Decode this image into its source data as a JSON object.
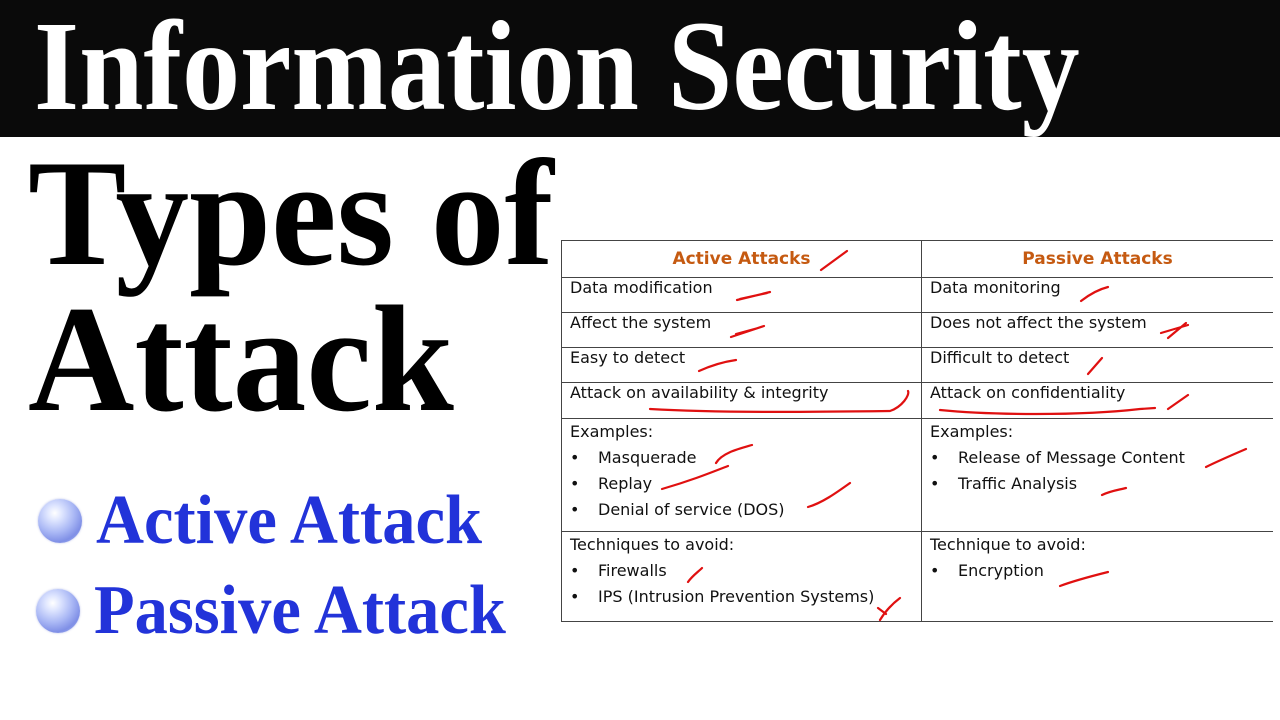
{
  "banner": {
    "title": "Information Security"
  },
  "main_title": {
    "line1": "Types of",
    "line2": "Attack"
  },
  "bullets": [
    {
      "label": "Active Attack",
      "icon": "orb-bullet-icon"
    },
    {
      "label": "Passive Attack",
      "icon": "orb-bullet-icon"
    }
  ],
  "colors": {
    "banner_bg": "#0a0a0a",
    "bullet_text": "#2233d9",
    "table_header": "#c55a11",
    "annotation": "#e01010"
  },
  "table": {
    "headers": {
      "active": "Active Attacks",
      "passive": "Passive Attacks"
    },
    "rows": [
      {
        "active": "Data modification",
        "passive": "Data monitoring"
      },
      {
        "active": "Affect the system",
        "passive": "Does not affect the system"
      },
      {
        "active": "Easy to detect",
        "passive": "Difficult to detect"
      },
      {
        "active": "Attack on availability & integrity",
        "passive": "Attack on confidentiality"
      }
    ],
    "examples": {
      "active": {
        "heading": "Examples:",
        "items": [
          "Masquerade",
          "Replay",
          "Denial of service (DOS)"
        ]
      },
      "passive": {
        "heading": "Examples:",
        "items": [
          "Release of Message Content",
          "Traffic Analysis"
        ]
      }
    },
    "techniques": {
      "active": {
        "heading": "Techniques to avoid:",
        "items": [
          "Firewalls",
          "IPS (Intrusion Prevention Systems)"
        ]
      },
      "passive": {
        "heading": "Technique to avoid:",
        "items": [
          "Encryption"
        ]
      }
    }
  }
}
